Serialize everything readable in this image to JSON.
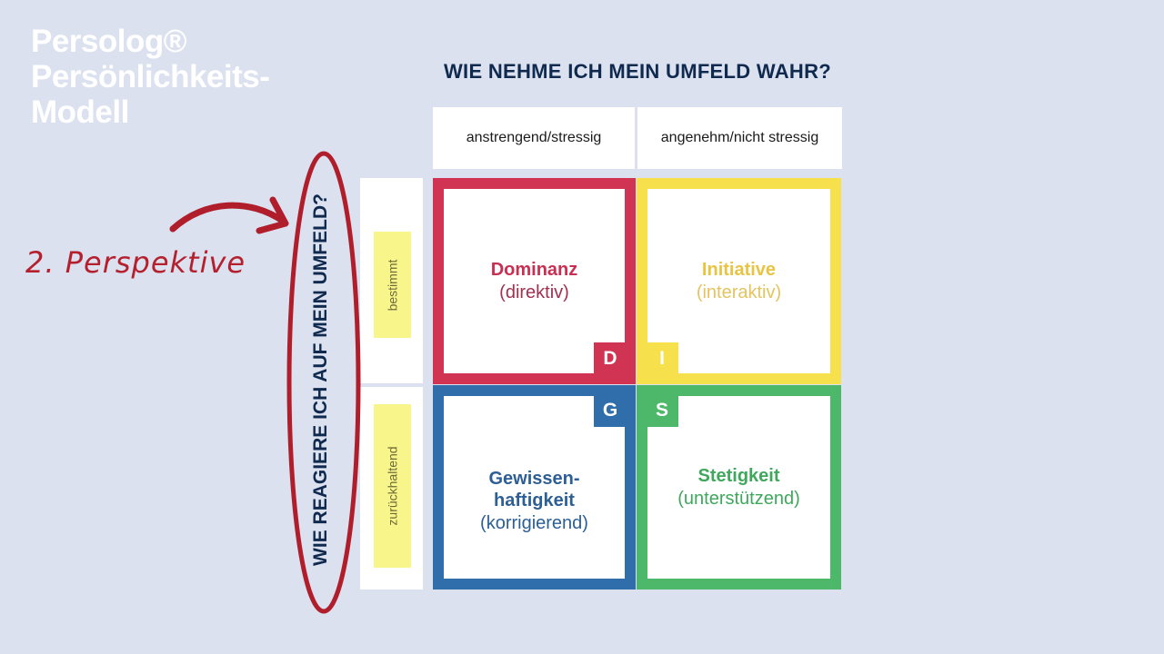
{
  "title": {
    "line1": "Persolog®",
    "line2": "Persönlichkeits-",
    "line3": "Modell"
  },
  "top_question": "WIE NEHME ICH MEIN UMFELD WAHR?",
  "side_question": "WIE REAGIERE ICH AUF MEIN UMFELD?",
  "columns": [
    "anstrengend/stressig",
    "angenehm/nicht stressig"
  ],
  "rows": [
    "bestimmt",
    "zurückhaltend"
  ],
  "annotation": "2. Perspektive",
  "quadrants": [
    {
      "letter": "D",
      "name": "Dominanz",
      "sub": "(direktiv)",
      "color": "#d13353"
    },
    {
      "letter": "I",
      "name": "Initiative",
      "sub": "(interaktiv)",
      "color": "#f6e04c"
    },
    {
      "letter": "G",
      "name1": "Gewissen-",
      "name2": "haftigkeit",
      "sub": "(korrigierend)",
      "color": "#2f6eab"
    },
    {
      "letter": "S",
      "name": "Stetigkeit",
      "sub": "(unterstützend)",
      "color": "#4db86a"
    }
  ]
}
